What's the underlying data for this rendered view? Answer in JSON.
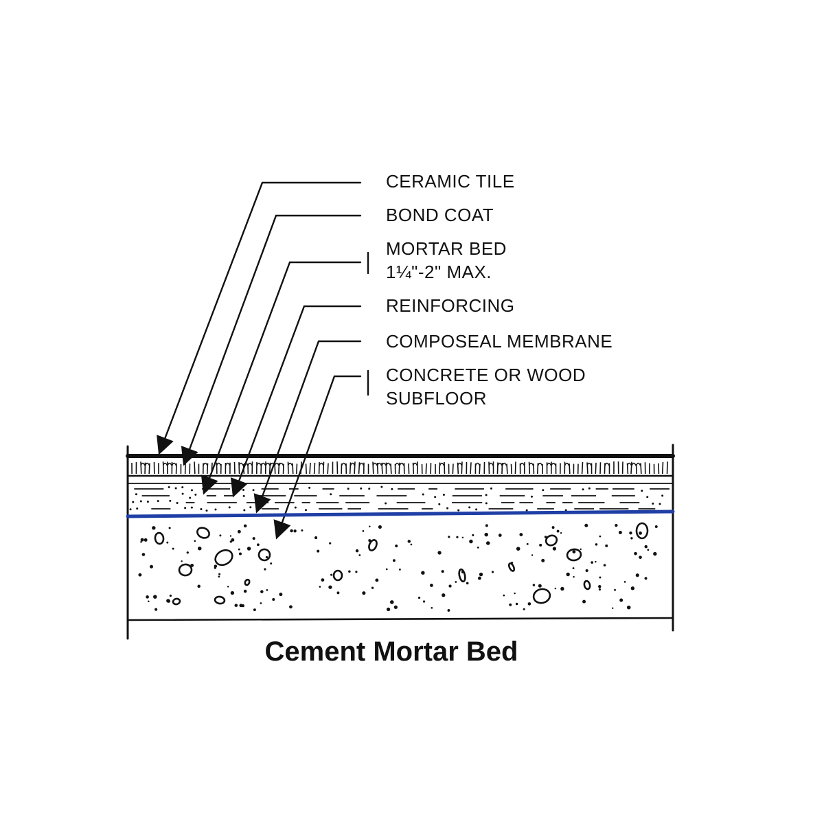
{
  "diagram": {
    "title": "Cement Mortar Bed",
    "membrane_color": "#1f3fa6",
    "ink_color": "#111111",
    "labels": [
      {
        "id": "ceramic-tile",
        "lines": [
          "CERAMIC TILE"
        ]
      },
      {
        "id": "bond-coat",
        "lines": [
          "BOND COAT"
        ]
      },
      {
        "id": "mortar-bed",
        "lines": [
          "MORTAR BED",
          "1¼\"-2\" MAX."
        ]
      },
      {
        "id": "reinforcing",
        "lines": [
          "REINFORCING"
        ]
      },
      {
        "id": "composeal-membrane",
        "lines": [
          "COMPOSEAL MEMBRANE"
        ]
      },
      {
        "id": "subfloor",
        "lines": [
          "CONCRETE OR WOOD",
          "SUBFLOOR"
        ]
      }
    ]
  }
}
